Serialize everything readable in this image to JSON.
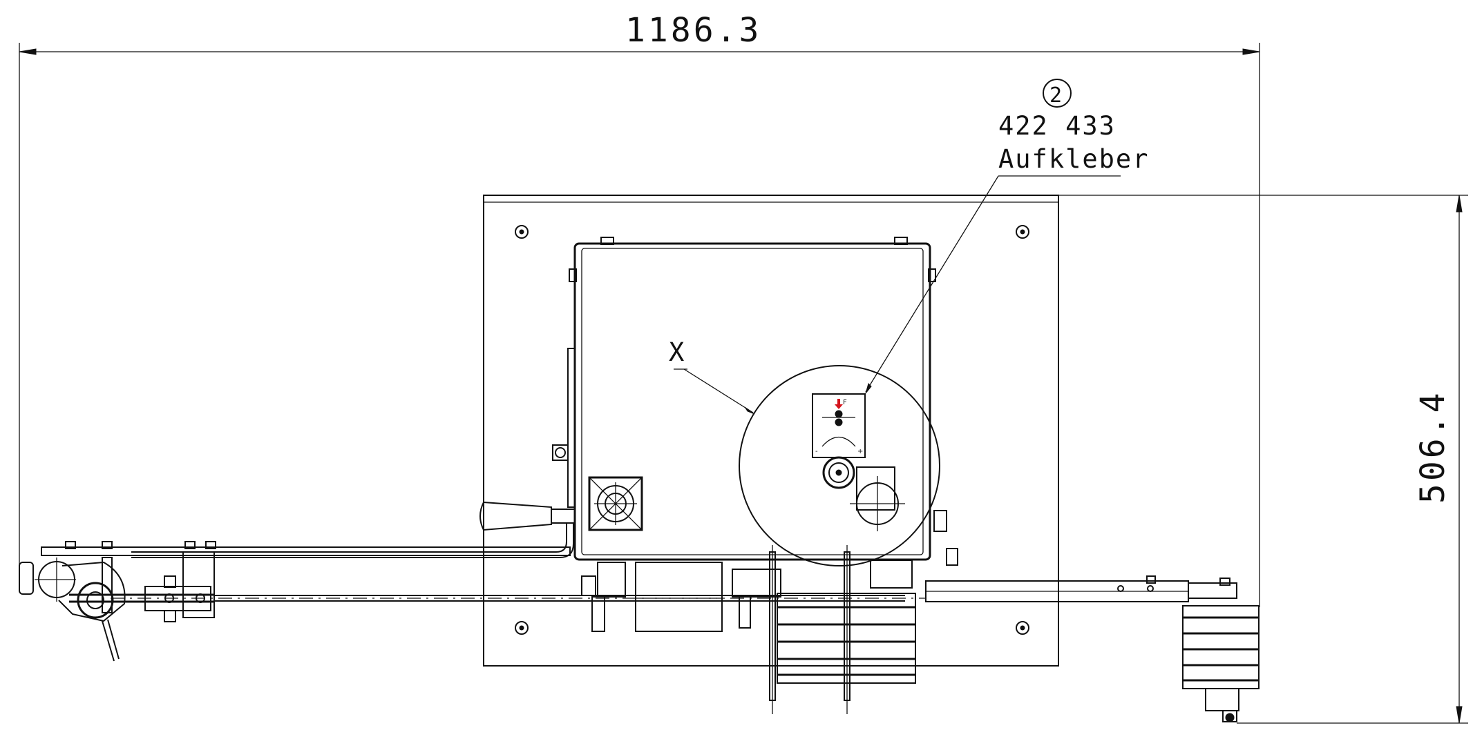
{
  "dimensions": {
    "overall_width": "1186.3",
    "overall_height": "506.4"
  },
  "callouts": {
    "item_number": "2",
    "part_number": "422 433",
    "part_name": "Aufkleber",
    "detail_mark": "X"
  },
  "sticker": {
    "force_label": "F",
    "minus_label": "-",
    "plus_label": "+"
  },
  "colors": {
    "line": "#111111",
    "arrow_red": "#d4141c",
    "background": "#ffffff"
  }
}
